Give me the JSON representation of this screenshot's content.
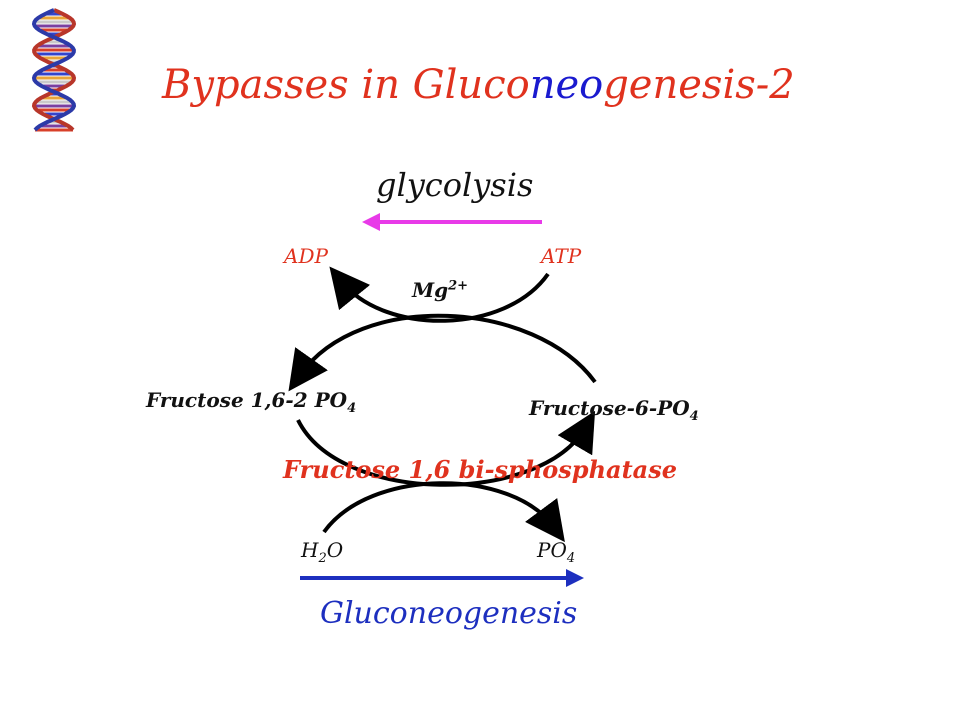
{
  "slide": {
    "title_part1": "Bypasses in Gluco",
    "title_part2": "neo",
    "title_part3": "genesis-2",
    "glycolysis_label": "glycolysis",
    "gluconeogenesis_label": "Gluconeogenesis",
    "adp": "ADP",
    "atp": "ATP",
    "mg": "Mg",
    "mg_charge": "2+",
    "fructose16_text": "Fructose 1,6-2 PO",
    "fructose16_sub": "4",
    "fructose6p_text": "Fructose-6-PO",
    "fructose6p_sub": "4",
    "enzyme": "Fructose 1,6 bi-sphosphatase",
    "h2o_h": "H",
    "h2o_sub": "2",
    "h2o_o": "O",
    "po4_text": "PO",
    "po4_sub": "4"
  },
  "colors": {
    "title": "#e0321e",
    "title_highlight": "#1a1acf",
    "glycolysis_arrow": "#e83ae8",
    "gluconeogenesis_arrow": "#1d2fbf",
    "enzyme": "#e0321e"
  },
  "icons": {
    "decoration": "dna-helix-icon"
  }
}
